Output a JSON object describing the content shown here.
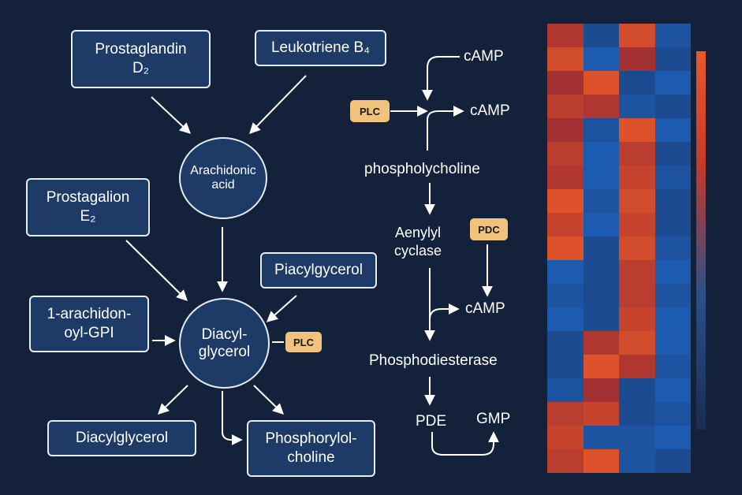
{
  "diagram": {
    "left": {
      "prostaglandin_d2": "Prostaglandin\nD₂",
      "leukotriene_b4": "Leukotriene B₄",
      "arachidonic_acid": "Arachidonic\nacid",
      "prostagalion_e2": "Prostagalion\nE₂",
      "piacylgycerol": "Piacylgycerol",
      "arachidonoyl_gpi": "1-arachidon-\noyl-GPI",
      "diacylglycerol_center": "Diacyl-\nglycerol",
      "plc_tag": "PLC",
      "diacylglycerol_bottom": "Diacylglycerol",
      "phosphorylol_choline": "Phosphorylol-\ncholine"
    },
    "middle": {
      "camp_top": "cAMP",
      "plc_tag": "PLC",
      "camp_second": "cAMP",
      "phospholycholine": "phospholycholine",
      "aenylyl_cyclase": "Aenylyl\ncyclase",
      "pdc_tag": "PDC",
      "camp_third": "cAMP",
      "phosphodiesterase": "Phosphodiesterase",
      "pde": "PDE",
      "gmp": "GMP"
    }
  },
  "chart_data": {
    "type": "heatmap",
    "rows": 19,
    "columns": 4,
    "values": [
      [
        0.75,
        0.1,
        0.9,
        0.05
      ],
      [
        0.9,
        0.0,
        0.7,
        0.1
      ],
      [
        0.7,
        0.95,
        0.1,
        0.0
      ],
      [
        0.8,
        0.75,
        0.05,
        0.1
      ],
      [
        0.7,
        0.05,
        0.95,
        0.0
      ],
      [
        0.8,
        0.0,
        0.8,
        0.1
      ],
      [
        0.75,
        0.0,
        0.85,
        0.05
      ],
      [
        0.95,
        0.05,
        0.9,
        0.1
      ],
      [
        0.85,
        0.0,
        0.85,
        0.1
      ],
      [
        0.95,
        0.1,
        0.9,
        0.05
      ],
      [
        0.0,
        0.1,
        0.8,
        0.0
      ],
      [
        0.05,
        0.1,
        0.8,
        0.05
      ],
      [
        0.0,
        0.1,
        0.85,
        0.0
      ],
      [
        0.1,
        0.75,
        0.9,
        0.0
      ],
      [
        0.1,
        0.95,
        0.75,
        0.05
      ],
      [
        0.05,
        0.7,
        0.1,
        0.0
      ],
      [
        0.8,
        0.85,
        0.1,
        0.05
      ],
      [
        0.85,
        0.05,
        0.05,
        0.0
      ],
      [
        0.8,
        0.95,
        0.05,
        0.1
      ]
    ],
    "colors": {
      "low": "#1d5bb0",
      "mid": "#1a2c52",
      "high": "#e8592a"
    }
  }
}
